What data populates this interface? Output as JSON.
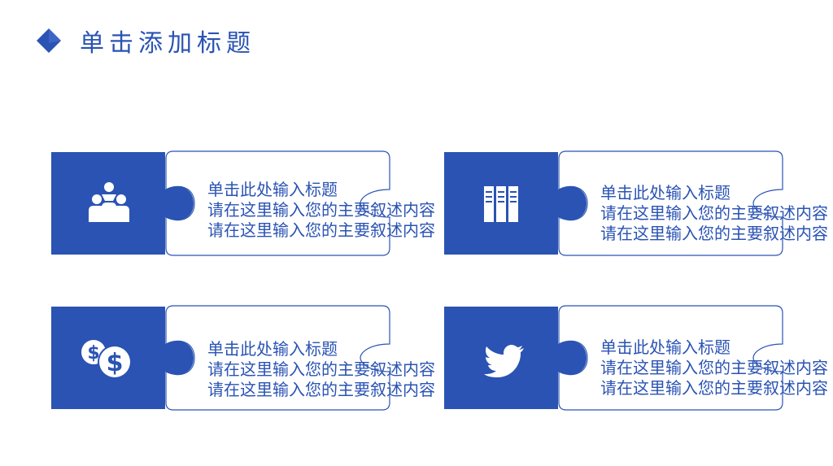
{
  "slide": {
    "title": "单击添加标题"
  },
  "colors": {
    "accent": "#2a53b3",
    "icon_fill": "#ffffff"
  },
  "cards": [
    {
      "icon": "team-icon",
      "heading": "单击此处输入标题",
      "line1": "请在这里输入您的主要叙述内容",
      "line2": "请在这里输入您的主要叙述内容"
    },
    {
      "icon": "books-icon",
      "heading": "单击此处输入标题",
      "line1": "请在这里输入您的主要叙述内容",
      "line2": "请在这里输入您的主要叙述内容"
    },
    {
      "icon": "dollar-coins-icon",
      "heading": "单击此处输入标题",
      "line1": "请在这里输入您的主要叙述内容",
      "line2": "请在这里输入您的主要叙述内容"
    },
    {
      "icon": "twitter-bird-icon",
      "heading": "单击此处输入标题",
      "line1": "请在这里输入您的主要叙述内容",
      "line2": "请在这里输入您的主要叙述内容"
    }
  ]
}
